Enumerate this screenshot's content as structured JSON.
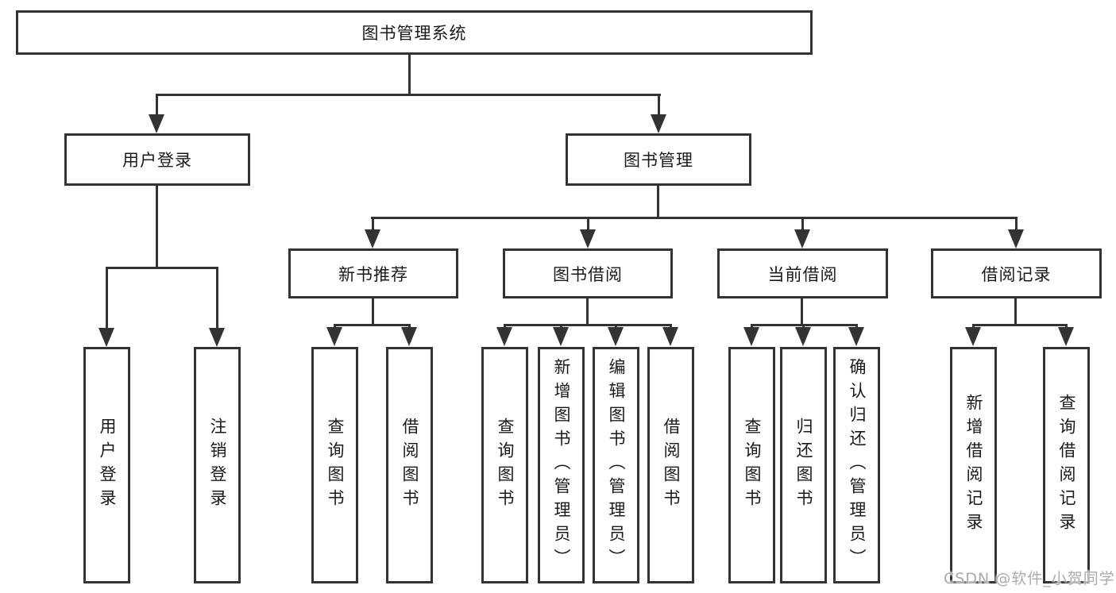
{
  "diagram": {
    "title": "图书管理系统",
    "level2": [
      {
        "label": "用户登录"
      },
      {
        "label": "图书管理"
      }
    ],
    "level3": [
      {
        "label": "新书推荐"
      },
      {
        "label": "图书借阅"
      },
      {
        "label": "当前借阅"
      },
      {
        "label": "借阅记录"
      }
    ],
    "leaves": [
      {
        "label": "用户登录"
      },
      {
        "label": "注销登录"
      },
      {
        "label": "查询图书"
      },
      {
        "label": "借阅图书"
      },
      {
        "label": "查询图书"
      },
      {
        "label": "新增图书（管理员）"
      },
      {
        "label": "编辑图书（管理员）"
      },
      {
        "label": "借阅图书"
      },
      {
        "label": "查询图书"
      },
      {
        "label": "归还图书"
      },
      {
        "label": "确认归还（管理员）"
      },
      {
        "label": "新增借阅记录"
      },
      {
        "label": "查询借阅记录"
      }
    ],
    "hierarchy": {
      "图书管理系统": [
        "用户登录",
        "图书管理"
      ],
      "用户登录": [
        "用户登录",
        "注销登录"
      ],
      "图书管理": [
        "新书推荐",
        "图书借阅",
        "当前借阅",
        "借阅记录"
      ],
      "新书推荐": [
        "查询图书",
        "借阅图书"
      ],
      "图书借阅": [
        "查询图书",
        "新增图书（管理员）",
        "编辑图书（管理员）",
        "借阅图书"
      ],
      "当前借阅": [
        "查询图书",
        "归还图书",
        "确认归还（管理员）"
      ],
      "借阅记录": [
        "新增借阅记录",
        "查询借阅记录"
      ]
    },
    "watermark": "CSDN @软件_小贺同学",
    "colors": {
      "line": "#333333",
      "text": "#1a1a1a",
      "watermark": "#ababab",
      "background": "#ffffff"
    }
  }
}
